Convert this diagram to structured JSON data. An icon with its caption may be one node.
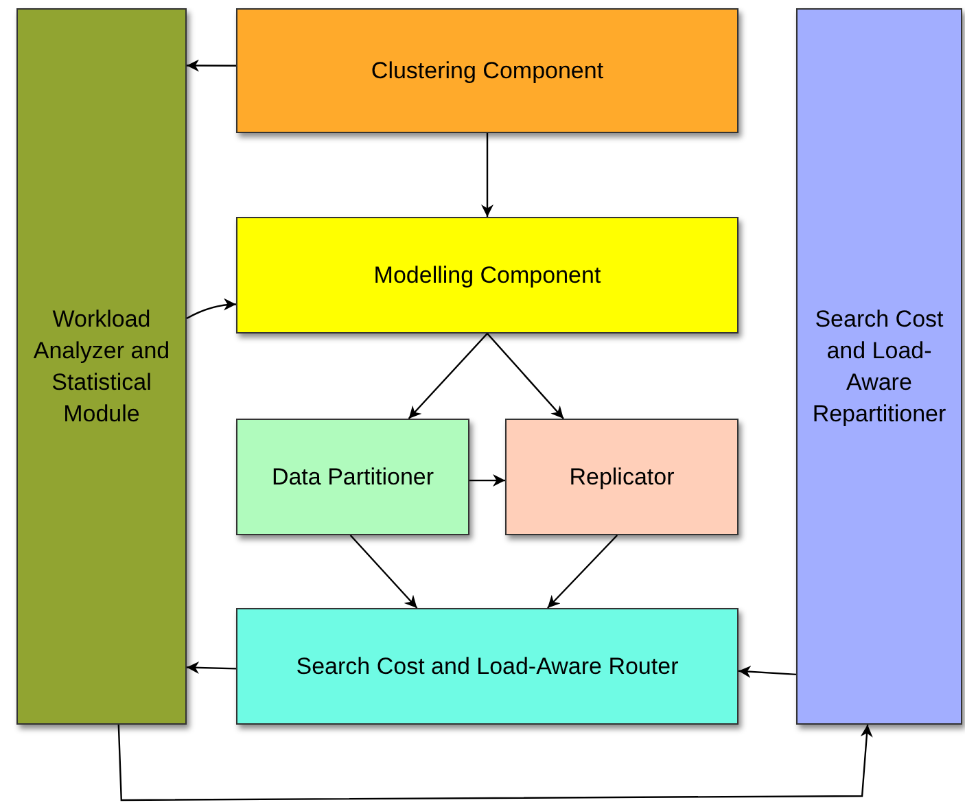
{
  "diagram": {
    "nodes": [
      {
        "text": [
          "Workload Analyzer and Statistical Module"
        ]
      },
      {
        "text": [
          "Clustering Component"
        ]
      },
      {
        "text": [
          "Search Cost and Load-Aware Repartitioner"
        ]
      },
      {
        "text": [
          "Modelling Component"
        ]
      },
      {
        "text": [
          "Data Partitioner"
        ]
      },
      {
        "text": [
          "Replicator"
        ]
      },
      {
        "text": [
          "Search Cost and Load-Aware Router"
        ]
      }
    ],
    "edges": [
      {
        "from": 1,
        "to": 0,
        "arrow": "to"
      },
      {
        "from": 1,
        "to": 3,
        "arrow": "to"
      },
      {
        "from": 0,
        "to": 3,
        "arrow": "to"
      },
      {
        "from": 3,
        "to": 4,
        "arrow": "to"
      },
      {
        "from": 3,
        "to": 5,
        "arrow": "to"
      },
      {
        "from": 4,
        "to": 5,
        "arrow": "to"
      },
      {
        "from": 4,
        "to": 6,
        "arrow": "to"
      },
      {
        "from": 5,
        "to": 6,
        "arrow": "to"
      },
      {
        "from": 6,
        "to": 0,
        "arrow": "to"
      },
      {
        "from": 2,
        "to": 6,
        "arrow": "to"
      },
      {
        "from": 0,
        "to": 2,
        "arrow": "to"
      }
    ]
  }
}
